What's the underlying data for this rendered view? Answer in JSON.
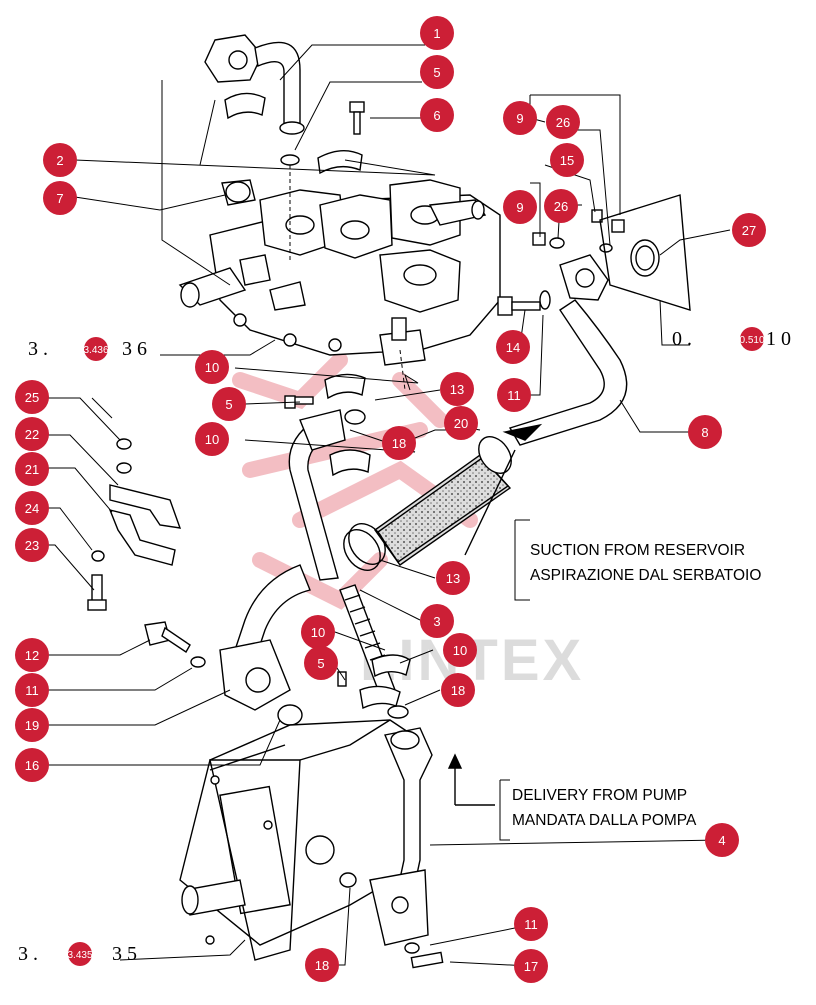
{
  "colors": {
    "badge": "#cc1f36",
    "badge_text": "#ffffff",
    "line": "#000000",
    "watermark_red": "#f2b7bd",
    "watermark_gray": "#d9d9d9"
  },
  "watermark": {
    "text": "LINTEX"
  },
  "references": [
    {
      "id": "ref-top-left",
      "prefix": "3 . ",
      "badge": "3.436",
      "suffix": "3 6"
    },
    {
      "id": "ref-top-right",
      "prefix": "0 . ",
      "badge": "0.510",
      "suffix": "1 0"
    },
    {
      "id": "ref-bottom-left",
      "prefix": "3 . ",
      "badge": "3.435",
      "suffix": "3 5"
    }
  ],
  "notes": {
    "suction": [
      "SUCTION FROM RESERVOIR",
      "ASPIRAZIONE DAL SERBATOIO"
    ],
    "delivery": [
      "DELIVERY FROM PUMP",
      "MANDATA DALLA POMPA"
    ]
  },
  "callouts": [
    "1",
    "5",
    "6",
    "2",
    "7",
    "9",
    "26",
    "15",
    "9",
    "26",
    "27",
    "8",
    "14",
    "11",
    "10",
    "13",
    "5",
    "10",
    "18",
    "20",
    "13",
    "3",
    "10",
    "10",
    "5",
    "18",
    "12",
    "11",
    "19",
    "16",
    "25",
    "22",
    "21",
    "24",
    "23",
    "4",
    "11",
    "18",
    "17"
  ]
}
